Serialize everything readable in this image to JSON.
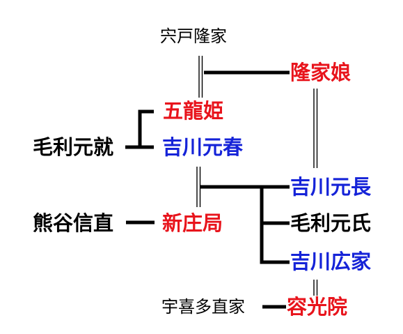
{
  "colors": {
    "female": "#e8141c",
    "male_highlight": "#1523d8",
    "default": "#000000"
  },
  "people": {
    "shishido_takaie": "宍戸隆家",
    "takaie_musume": "隆家娘",
    "goryu_hime": "五龍姫",
    "mori_motonari": "毛利元就",
    "kikkawa_motoharu": "吉川元春",
    "kikkawa_motonaga": "吉川元長",
    "kumagai_nobunao": "熊谷信直",
    "shinjo_no_tsubone": "新庄局",
    "mori_motouji": "毛利元氏",
    "kikkawa_hiroie": "吉川広家",
    "ukita_naoie": "宇喜多直家",
    "yokoin": "容光院"
  }
}
